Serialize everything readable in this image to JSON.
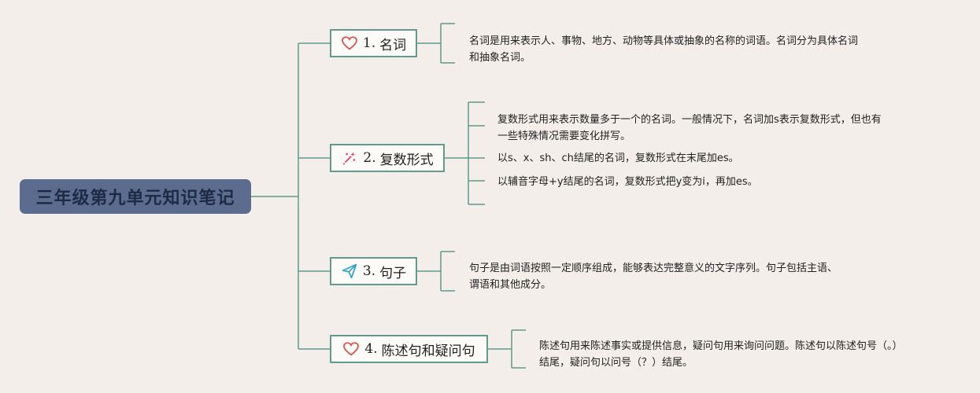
{
  "root": {
    "title": "三年级第九单元知识笔记"
  },
  "branches": [
    {
      "number": "1.",
      "label": "名词",
      "icon": "heart-icon",
      "notes": [
        "名词是用来表示人、事物、地方、动物等具体或抽象的名称的词语。名词分为具体名词和抽象名词。"
      ]
    },
    {
      "number": "2.",
      "label": "复数形式",
      "icon": "sparkle-icon",
      "notes": [
        "复数形式用来表示数量多于一个的名词。一般情况下，名词加s表示复数形式，但也有一些特殊情况需要变化拼写。",
        "以s、x、sh、ch结尾的名词，复数形式在末尾加es。",
        "以辅音字母+y结尾的名词，复数形式把y变为i，再加es。"
      ]
    },
    {
      "number": "3.",
      "label": "句子",
      "icon": "paper-plane-icon",
      "notes": [
        "句子是由词语按照一定顺序组成，能够表达完整意义的文字序列。句子包括主语、谓语和其他成分。"
      ]
    },
    {
      "number": "4.",
      "label": "陈述句和疑问句",
      "icon": "heart-icon",
      "notes": [
        "陈述句用来陈述事实或提供信息，疑问句用来询问问题。陈述句以陈述句号（。）结尾，疑问句以问号（？）结尾。"
      ]
    }
  ],
  "colors": {
    "background": "#f3eee9",
    "root_fill": "#5b6c8f",
    "root_text": "#1f2a44",
    "connector": "#5f9c8c",
    "heart": "#d9534f",
    "sparkle": "#e0457b",
    "plane": "#2aa1c9"
  }
}
